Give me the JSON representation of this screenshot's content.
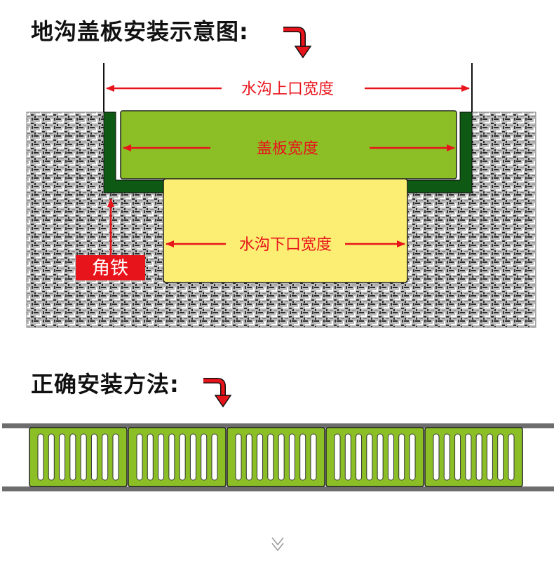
{
  "section1": {
    "title": "地沟盖板安装示意图:",
    "labels": {
      "top_opening_width": "水沟上口宽度",
      "cover_width": "盖板宽度",
      "bottom_opening_width": "水沟下口宽度",
      "angle_iron": "角铁"
    }
  },
  "section2": {
    "title": "正确安装方法:",
    "grate_count": 5,
    "slots_per_grate": 8
  },
  "colors": {
    "arrow_red": "#e8141b",
    "cover_green": "#8cbf26",
    "angle_iron_green": "#0e5a14",
    "channel_yellow": "#fbee72",
    "rail_gray": "#6d6d6d"
  },
  "icons": {
    "title_arrow": "curved-down-arrow-icon",
    "scroll_hint": "double-chevron-down-icon"
  }
}
